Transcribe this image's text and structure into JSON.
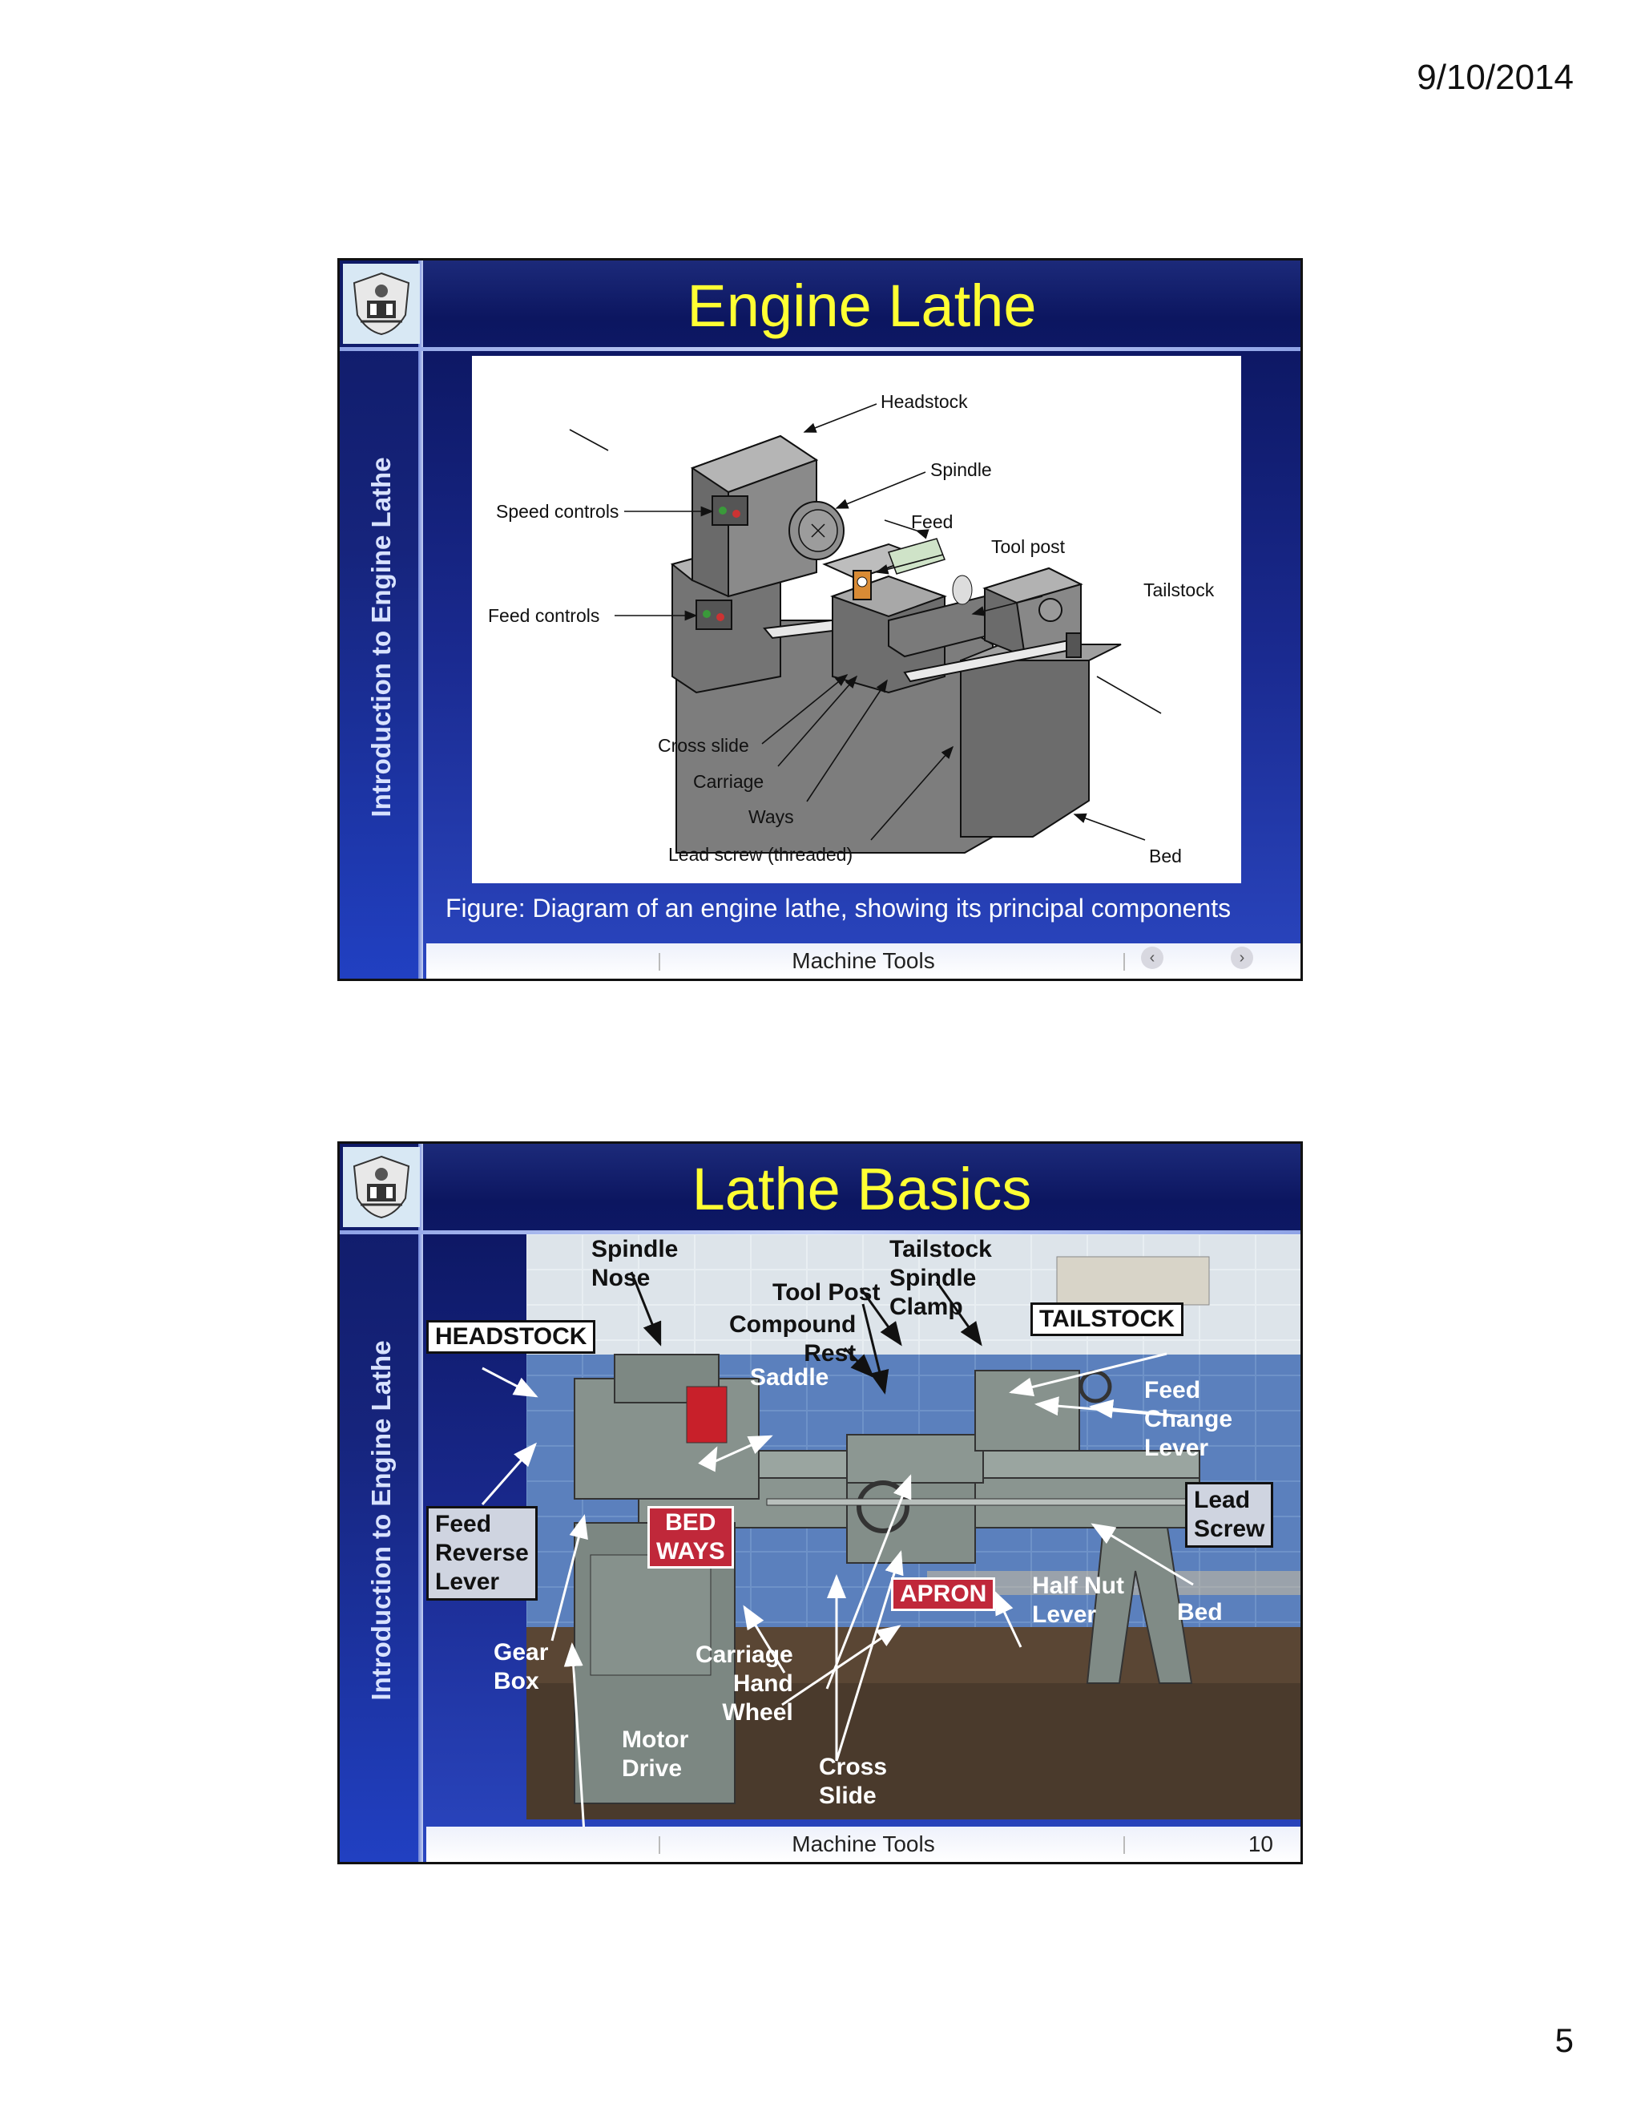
{
  "page": {
    "date": "9/10/2014",
    "page_number": "5"
  },
  "slide1": {
    "title": "Engine Lathe",
    "sidebar_text": "Introduction to Engine Lathe",
    "figure_labels": {
      "headstock": "Headstock",
      "spindle": "Spindle",
      "feed": "Feed",
      "tool_post": "Tool post",
      "tailstock": "Tailstock",
      "speed_controls": "Speed controls",
      "feed_controls": "Feed controls",
      "cross_slide": "Cross slide",
      "carriage": "Carriage",
      "ways": "Ways",
      "lead_screw": "Lead screw (threaded)",
      "bed": "Bed"
    },
    "caption": "Figure: Diagram of an engine lathe, showing its principal components",
    "footer": "Machine Tools"
  },
  "slide2": {
    "title": "Lathe Basics",
    "sidebar_text": "Introduction to Engine Lathe",
    "labels": {
      "spindle_nose": "Spindle\nNose",
      "tool_post": "Tool Post",
      "tailstock_spindle_clamp": "Tailstock\nSpindle\nClamp",
      "compound_rest": "Compound\nRest",
      "saddle": "Saddle",
      "headstock": "HEADSTOCK",
      "tailstock": "TAILSTOCK",
      "feed_change_lever": "Feed\nChange\nLever",
      "lead_screw": "Lead\nScrew",
      "feed_reverse_lever": "Feed\nReverse\nLever",
      "bed_ways": "BED\nWAYS",
      "apron": "APRON",
      "half_nut_lever": "Half Nut\nLever",
      "bed": "Bed",
      "gear_box": "Gear\nBox",
      "carriage_hand_wheel": "Carriage\nHand\nWheel",
      "motor_drive": "Motor\nDrive",
      "cross_slide": "Cross\nSlide"
    },
    "footer": "Machine Tools",
    "slide_number": "10"
  }
}
